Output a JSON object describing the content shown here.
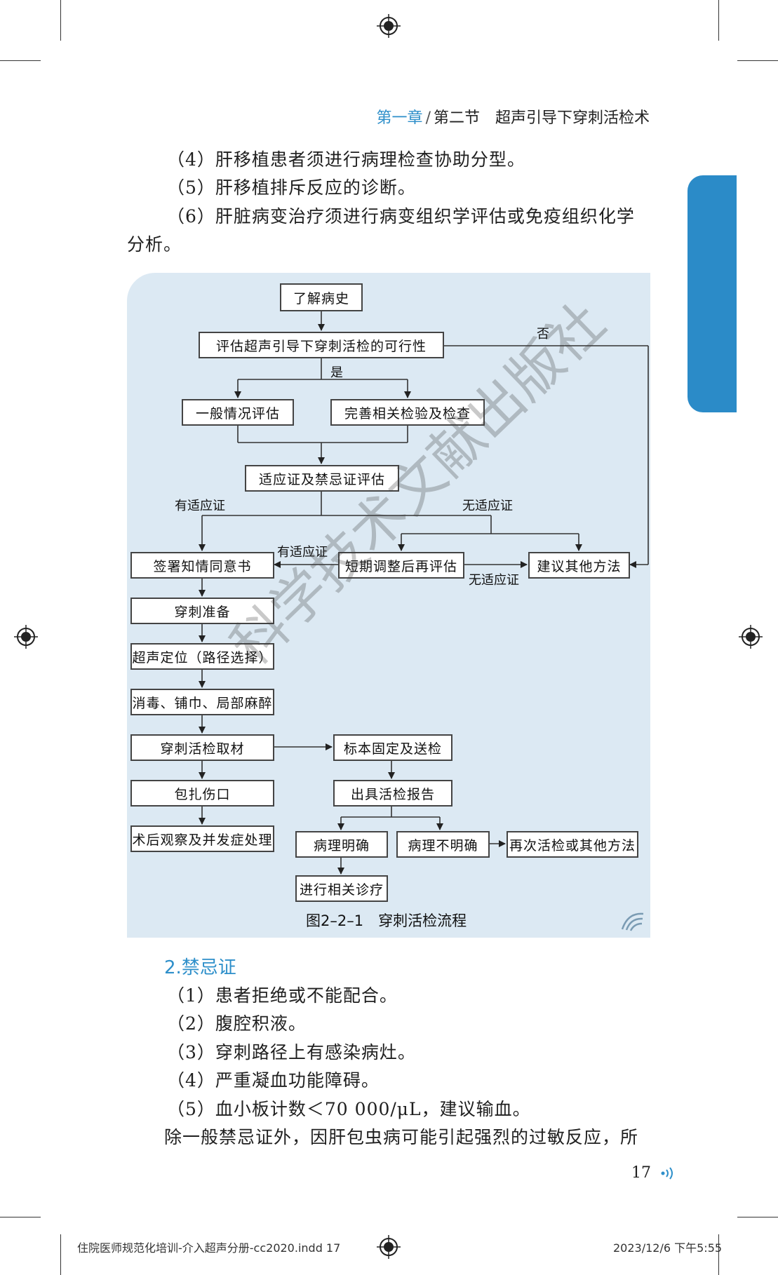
{
  "header": {
    "chapter": "第一章",
    "separator": "/",
    "section": "第二节　超声引导下穿刺活检术"
  },
  "paragraphs_top": [
    "（4）肝移植患者须进行病理检查协助分型。",
    "（5）肝移植排斥反应的诊断。",
    "（6）肝脏病变治疗须进行病变组织学评估或免疫组织化学",
    "分析。"
  ],
  "flowchart": {
    "boxes": {
      "history": "了解病史",
      "feasibility": "评估超声引导下穿刺活检的可行性",
      "general": "一般情况评估",
      "tests": "完善相关检验及检查",
      "indication": "适应证及禁忌证评估",
      "consent": "签署知情同意书",
      "reassess": "短期调整后再评估",
      "other": "建议其他方法",
      "prep": "穿刺准备",
      "locate": "超声定位（路径选择）",
      "anesthesia": "消毒、铺巾、局部麻醉",
      "biopsy": "穿刺活检取材",
      "bandage": "包扎伤口",
      "postop": "术后观察及并发症处理",
      "fixation": "标本固定及送检",
      "report": "出具活检报告",
      "clear": "病理明确",
      "unclear": "病理不明确",
      "rebiopsy": "再次活检或其他方法",
      "treatment": "进行相关诊疗"
    },
    "labels": {
      "no": "否",
      "yes": "是",
      "has_ind": "有适应证",
      "no_ind": "无适应证",
      "has_ind2": "有适应证",
      "no_ind2": "无适应证"
    }
  },
  "figure_caption": "图2–2–1　穿刺活检流程",
  "watermark": "科学技术文献出版社",
  "section2_heading": "2.禁忌证",
  "contraindications": [
    "（1）患者拒绝或不能配合。",
    "（2）腹腔积液。",
    "（3）穿刺路径上有感染病灶。",
    "（4）严重凝血功能障碍。",
    "（5）血小板计数＜70 000/μL，建议输血。",
    "除一般禁忌证外，因肝包虫病可能引起强烈的过敏反应，所"
  ],
  "page_number": "17",
  "footer": {
    "left": "住院医师规范化培训-介入超声分册-cc2020.indd   17",
    "right": "2023/12/6   下午5:55"
  },
  "colors": {
    "accent": "#2e8fca",
    "tab": "#2b8bc8",
    "figure_bg": "#dce9f3"
  }
}
